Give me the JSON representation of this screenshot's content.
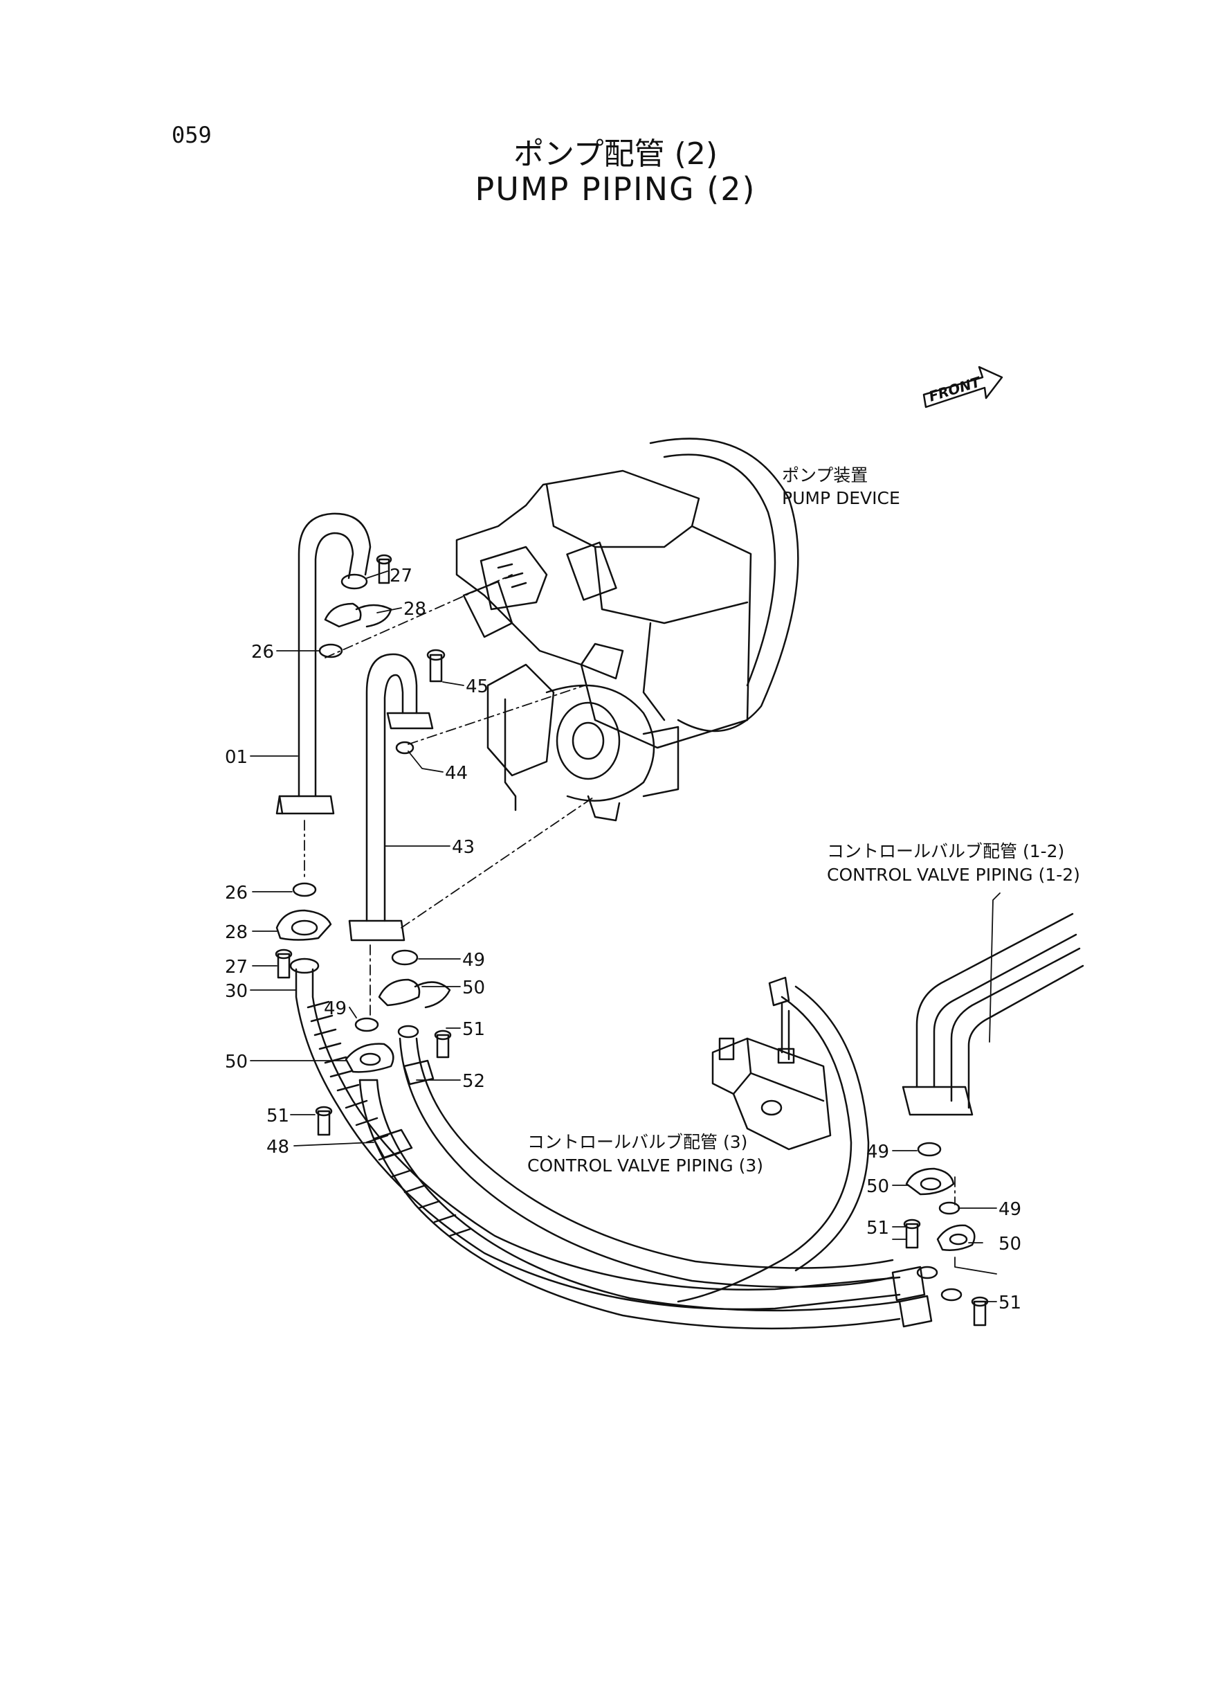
{
  "page_number": "059",
  "title_jp": "ポンプ配管 (2)",
  "title_en": "PUMP PIPING (2)",
  "front_arrow": "FRONT",
  "notes": {
    "pump_device": {
      "jp": "ポンプ装置",
      "en": "PUMP DEVICE"
    },
    "cv_piping_12": {
      "jp": "コントロールバルブ配管 (1-2)",
      "en": "CONTROL VALVE PIPING (1-2)"
    },
    "cv_piping_3": {
      "jp": "コントロールバルブ配管 (3)",
      "en": "CONTROL VALVE PIPING (3)"
    }
  },
  "callouts": [
    "27",
    "28",
    "26",
    "45",
    "01",
    "44",
    "43",
    "26",
    "28",
    "49",
    "27",
    "50",
    "30",
    "49",
    "51",
    "50",
    "52",
    "51",
    "48",
    "49",
    "50",
    "49",
    "51",
    "50",
    "51"
  ]
}
